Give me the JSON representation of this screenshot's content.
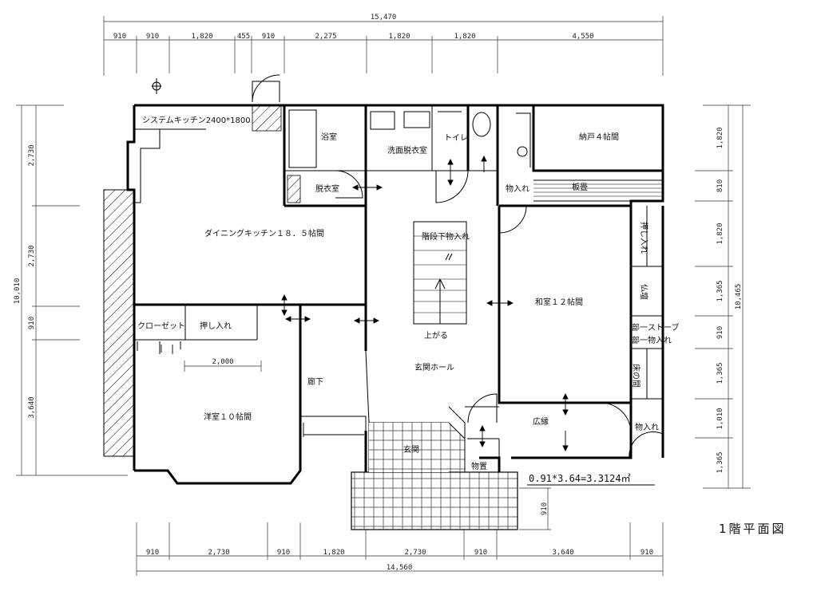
{
  "title": "1階平面図",
  "area_formula": "0.91*3.64=3.3124㎡",
  "dimensions": {
    "top_total": "15,470",
    "top_segments": [
      "910",
      "910",
      "1,820",
      "455",
      "910",
      "2,275",
      "1,820",
      "1,820",
      "4,550"
    ],
    "bottom_total": "14,560",
    "bottom_segments": [
      "910",
      "2,730",
      "910",
      "1,820",
      "2,730",
      "910",
      "3,640",
      "910"
    ],
    "left_total": "10,010",
    "left_segments": [
      "2,730",
      "2,730",
      "910",
      "3,640"
    ],
    "right_total": "10,465",
    "right_segments": [
      "1,820",
      "810",
      "1,820",
      "1,365",
      "910",
      "1,365",
      "1,010",
      "1,365"
    ],
    "inner_2000": "2,000",
    "porch_910": "910"
  },
  "rooms": {
    "system_kitchen": "システムキッチン2400*1800",
    "bath": "浴室",
    "washroom": "洗面脱衣室",
    "toilet": "トイレ",
    "closet_room": "納戸４帖間",
    "dressing": "脱衣室",
    "storage_top": "物入れ",
    "tatami_strip": "板畳",
    "dining_kitchen": "ダイニングキッチン１８．５帖間",
    "under_stair_storage": "階段下物入れ",
    "up": "上がる",
    "japanese_room": "和室１２帖間",
    "oshiire_right": "押し入れ",
    "butsudan": "仏壇",
    "stove_section": "部一ストーブ",
    "storage_section": "部一物入れ",
    "tokonoma": "床の間",
    "closet": "クローゼット",
    "oshiire_left": "押し入れ",
    "corridor": "廊下",
    "entrance_hall": "玄関ホール",
    "western_room": "洋室１０帖間",
    "engawa": "広縁",
    "storage_right": "物入れ",
    "genkan": "玄関",
    "storeroom": "物置"
  }
}
